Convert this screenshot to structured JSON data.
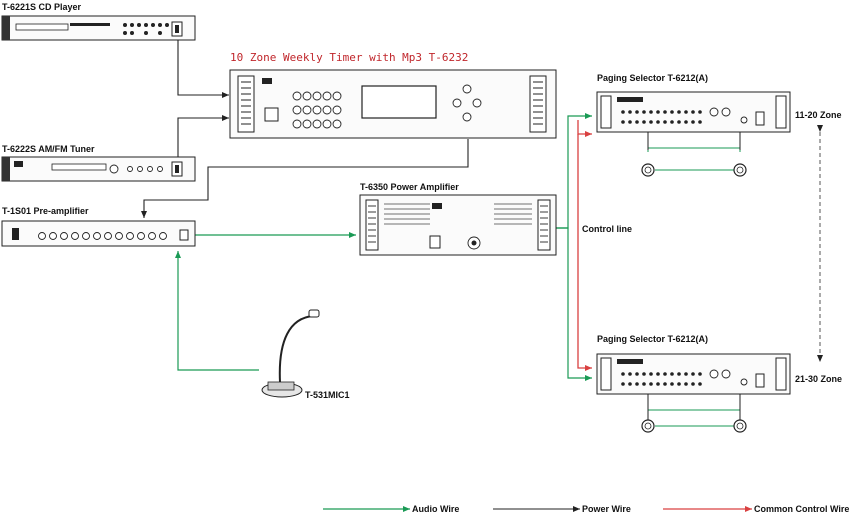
{
  "devices": {
    "cd_player": "T-6221S CD Player",
    "timer": "10 Zone Weekly Timer with Mp3 T-6232",
    "tuner": "T-6222S AM/FM Tuner",
    "preamp": "T-1S01 Pre-amplifier",
    "amplifier": "T-6350 Power Amplifier",
    "paging_top": "Paging Selector  T-6212(A)",
    "paging_bottom": "Paging Selector  T-6212(A)",
    "mic": "T-531MIC1"
  },
  "zones": {
    "top": "11-20  Zone",
    "bottom": "21-30  Zone"
  },
  "control_line": "Control line",
  "legend": {
    "audio": "Audio Wire",
    "power": "Power Wire",
    "control": "Common  Control  Wire"
  },
  "colors": {
    "audio_wire": "#1a9a55",
    "power_wire": "#222222",
    "control_wire": "#d94040",
    "timer_title": "#c0262b"
  }
}
